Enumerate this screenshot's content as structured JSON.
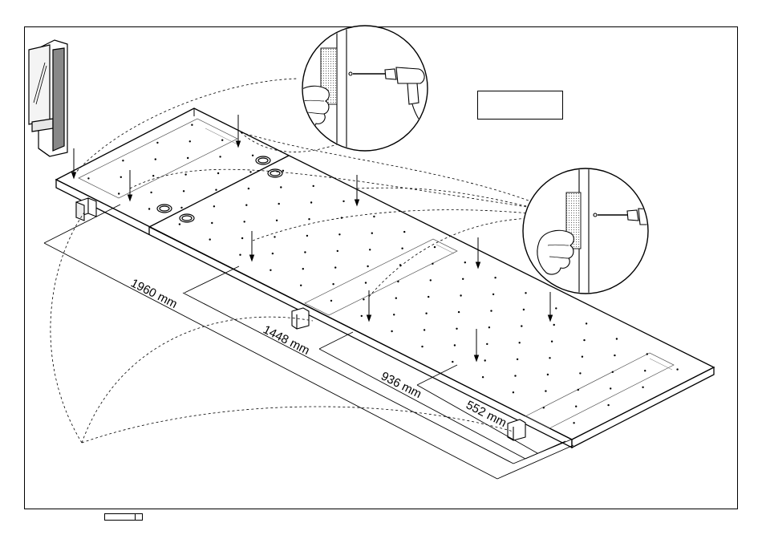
{
  "dimensions": {
    "d1": "1960 mm",
    "d2": "1448 mm",
    "d3": "936 mm",
    "d4": "552 mm"
  },
  "colors": {
    "ink": "#000000",
    "paper": "#ffffff",
    "hatch": "#999999"
  },
  "icons": {
    "cabinet": "cabinet-icon",
    "drill": "drill-icon",
    "hand": "hand-icon"
  }
}
